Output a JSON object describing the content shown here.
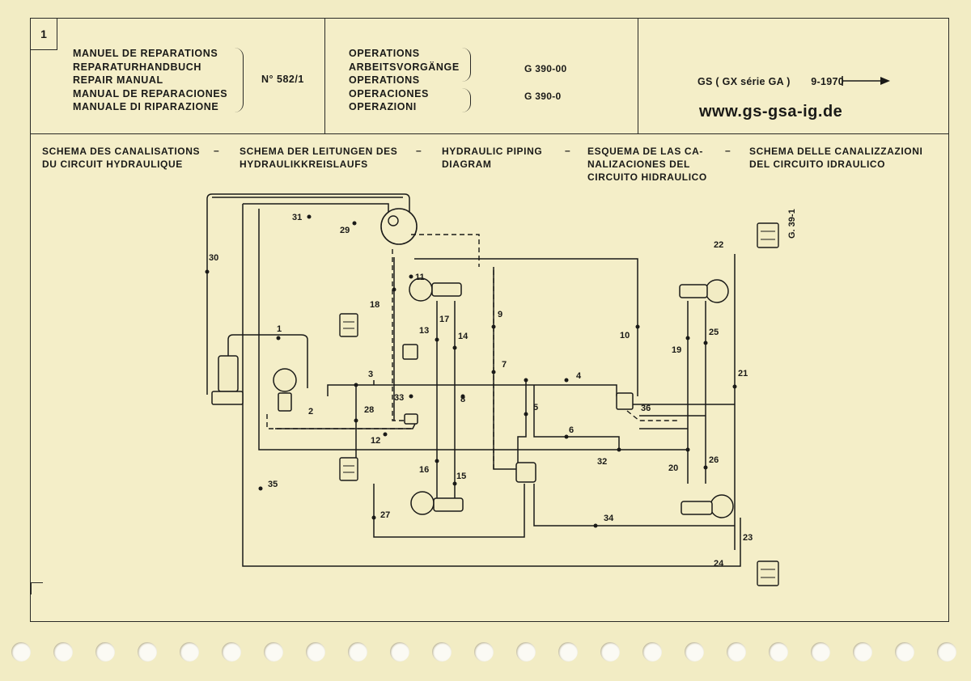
{
  "header": {
    "page_number": "1",
    "manual_titles": [
      "MANUEL DE REPARATIONS",
      "REPARATURHANDBUCH",
      "REPAIR MANUAL",
      "MANUAL DE REPARACIONES",
      "MANUALE DI RIPARAZIONE"
    ],
    "manual_number": "N° 582/1",
    "operations_titles": [
      "OPERATIONS",
      "ARBEITSVORGÄNGE",
      "OPERATIONS",
      "OPERACIONES",
      "OPERAZIONI"
    ],
    "operation_code_1": "G 390-00",
    "operation_code_2": "G 390-0",
    "model": "GS ( GX série GA )",
    "date": "9-1970",
    "website": "www.gs-gsa-ig.de"
  },
  "captions": {
    "fr": [
      "SCHEMA DES CANALISATIONS",
      "DU CIRCUIT HYDRAULIQUE"
    ],
    "de": [
      "SCHEMA DER LEITUNGEN DES",
      "HYDRAULIKKREISLAUFS"
    ],
    "en": [
      "HYDRAULIC PIPING",
      "DIAGRAM"
    ],
    "es": [
      "ESQUEMA DE LAS CA-",
      "NALIZACIONES DEL",
      "CIRCUITO HIDRAULICO"
    ],
    "it": [
      "SCHEMA DELLE CANALIZZAZIONI",
      "DEL CIRCUITO IDRAULICO"
    ],
    "separator": "–"
  },
  "figure_ref": "G. 39-1",
  "callouts": [
    "1",
    "2",
    "3",
    "4",
    "5",
    "6",
    "7",
    "8",
    "9",
    "10",
    "11",
    "12",
    "13",
    "14",
    "15",
    "16",
    "17",
    "18",
    "19",
    "20",
    "21",
    "22",
    "23",
    "24",
    "25",
    "26",
    "27",
    "28",
    "29",
    "30",
    "31",
    "32",
    "33",
    "34",
    "35",
    "36"
  ]
}
